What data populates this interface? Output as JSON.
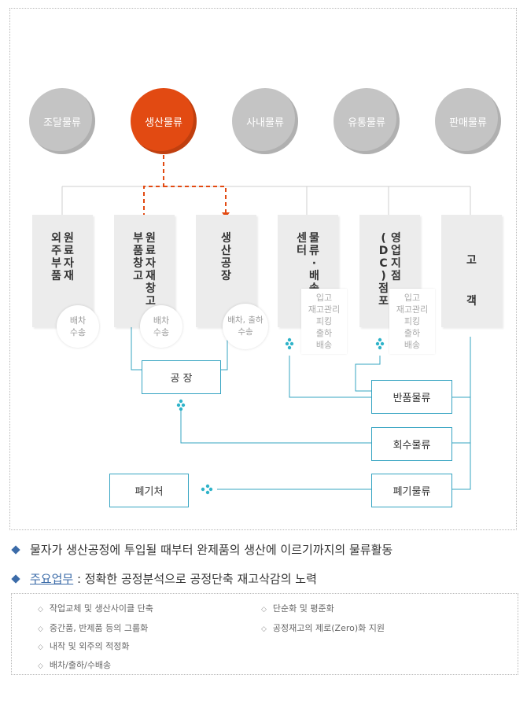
{
  "top_circles": [
    {
      "label": "조달물류",
      "active": false
    },
    {
      "label": "생산물류",
      "active": true
    },
    {
      "label": "사내물류",
      "active": false
    },
    {
      "label": "유통물류",
      "active": false
    },
    {
      "label": "판매물류",
      "active": false
    }
  ],
  "columns": [
    {
      "lines": [
        "외주부품",
        "원료자재"
      ],
      "sub": "배차\n수송"
    },
    {
      "lines": [
        "부품창고",
        "원료자재창고"
      ],
      "sub": "배차\n수송"
    },
    {
      "lines": [
        "생산공장"
      ],
      "sub": "배차, 출하\n수송"
    },
    {
      "lines": [
        "센터",
        "물류·배송"
      ],
      "sub": "입고\n재고관리\n피킹\n출하\n배송"
    },
    {
      "lines": [
        "(DC)점포",
        "영업지점"
      ],
      "sub": "입고\n재고관리\n피킹\n출하\n배송"
    },
    {
      "lines": [
        "고 객"
      ],
      "sub": ""
    }
  ],
  "boxes": {
    "factory": "공 장",
    "return_logistics": "반품물류",
    "recovery_logistics": "회수물류",
    "disposal_logistics": "폐기물류",
    "disposal_site": "폐기처"
  },
  "bullets": {
    "description": "물자가 생산공정에 투입될 때부터 완제품의 생산에 이르기까지의 물류활동",
    "main_tasks_label": "주요업무",
    "main_tasks_text": " : 정확한 공정분석으로 공정단축 재고삭감의 노력"
  },
  "tasks": [
    "작업교체 및 생산사이클 단축",
    "단순화 및 평준화",
    "중간품, 반제품 등의 그룹화",
    "공정재고의 제로(Zero)화 지원",
    "내작 및 외주의 적정화",
    "배차/출하/수배송"
  ],
  "colors": {
    "accent": "#e24a12",
    "circle_gray": "#c4c4c4",
    "line_blue": "#36a4c2",
    "bullet_blue": "#3b6ba8"
  }
}
